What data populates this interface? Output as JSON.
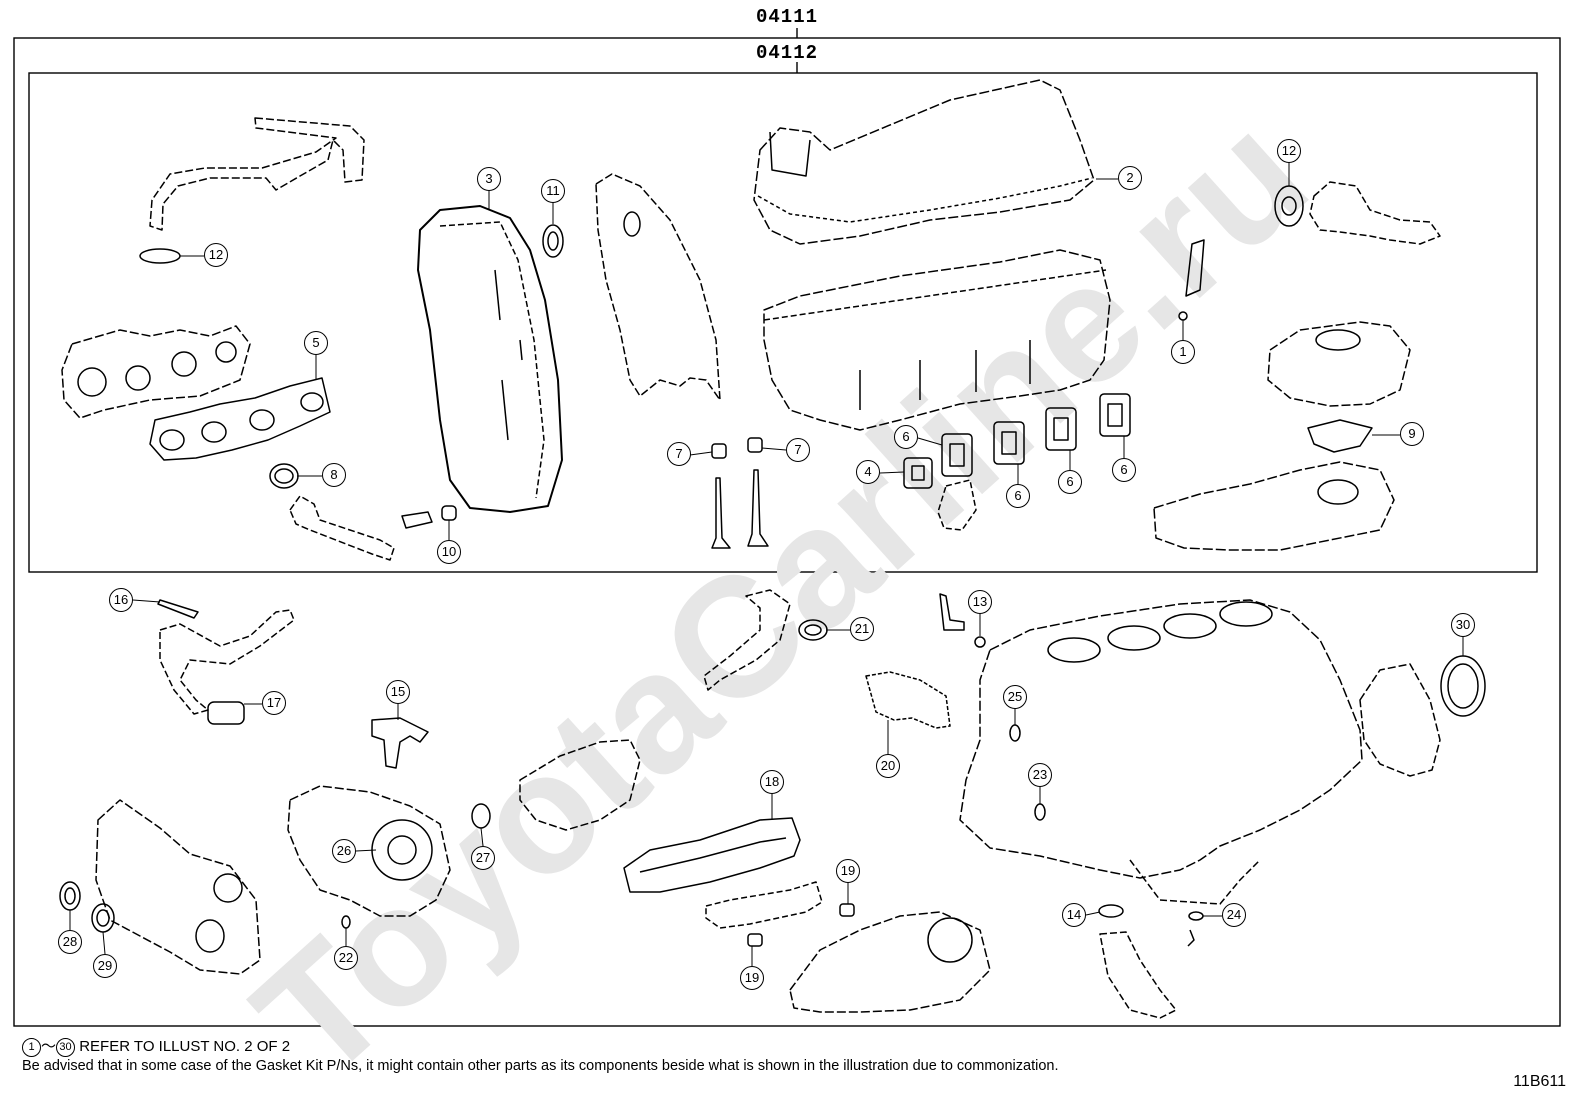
{
  "kit_codes": {
    "outer": "04111",
    "inner": "04112"
  },
  "callout_numbers": [
    "1",
    "2",
    "3",
    "4",
    "5",
    "6",
    "7",
    "8",
    "9",
    "10",
    "11",
    "12",
    "13",
    "14",
    "15",
    "16",
    "17",
    "18",
    "19",
    "20",
    "21",
    "22",
    "23",
    "24",
    "25",
    "26",
    "27",
    "28",
    "29",
    "30"
  ],
  "footer": {
    "range_start": "1",
    "range_tilde": "～",
    "range_end": "30",
    "refer_text": "REFER TO ILLUST NO. 2 OF 2",
    "advisory_text": "Be advised that in some case of the Gasket Kit P/Ns,  it might contain other parts as its components beside what is shown in the illustration due to commonization.",
    "illustration_ref": "11B611"
  },
  "watermark": "ToyotaCarline.ru"
}
